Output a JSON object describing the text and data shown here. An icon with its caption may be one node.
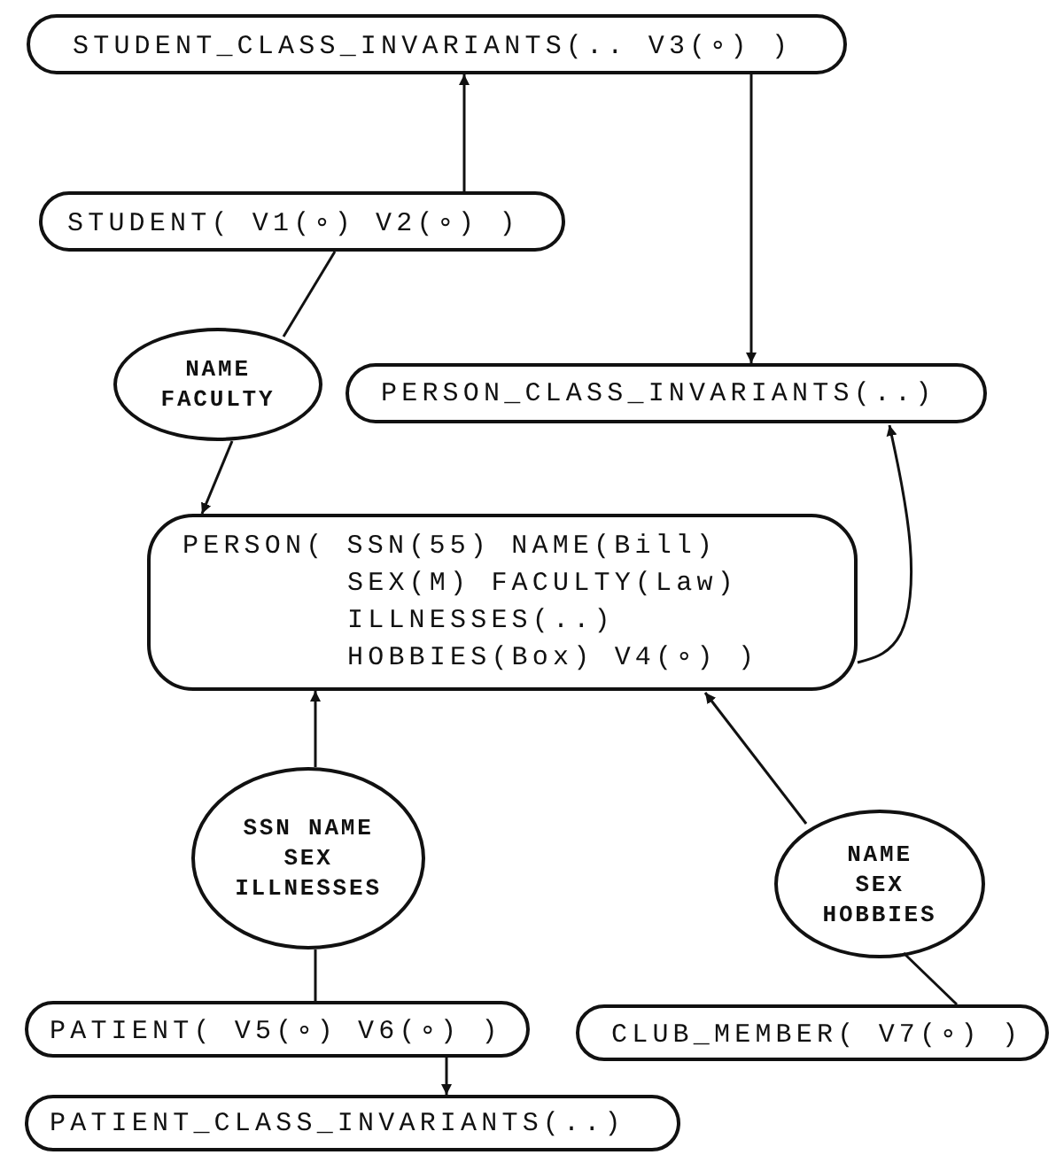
{
  "diagram": {
    "nodes": [
      {
        "text": [
          "STUDENT_CLASS_INVARIANTS(.. V3(∘) )"
        ]
      },
      {
        "text": [
          "STUDENT( V1(∘) V2(∘) )"
        ]
      },
      {
        "text": [
          "PERSON_CLASS_INVARIANTS(..)"
        ]
      },
      {
        "text": [
          "NAME FACULTY"
        ]
      },
      {
        "text": [
          "PERSON( SSN(55) NAME(Bill) SEX(M) FACULTY(Law) ILLNESSES(..) HOBBIES(Box) V4(∘) )"
        ]
      },
      {
        "text": [
          "SSN NAME SEX ILLNESSES"
        ]
      },
      {
        "text": [
          "NAME SEX HOBBIES"
        ]
      },
      {
        "text": [
          "PATIENT( V5(∘) V6(∘) )"
        ]
      },
      {
        "text": [
          "CLUB_MEMBER( V7(∘) )"
        ]
      },
      {
        "text": [
          "PATIENT_CLASS_INVARIANTS(..)"
        ]
      }
    ],
    "edges": [
      {
        "from": 1,
        "to": 0,
        "arrow": "to"
      },
      {
        "from": 0,
        "to": 2,
        "arrow": "to"
      },
      {
        "from": 1,
        "to": 3,
        "arrow": "none"
      },
      {
        "from": 3,
        "to": 4,
        "arrow": "to"
      },
      {
        "from": 4,
        "to": 2,
        "arrow": "to"
      },
      {
        "from": 7,
        "to": 5,
        "arrow": "none"
      },
      {
        "from": 5,
        "to": 4,
        "arrow": "to"
      },
      {
        "from": 8,
        "to": 6,
        "arrow": "none"
      },
      {
        "from": 6,
        "to": 4,
        "arrow": "to"
      },
      {
        "from": 7,
        "to": 9,
        "arrow": "to"
      }
    ]
  }
}
